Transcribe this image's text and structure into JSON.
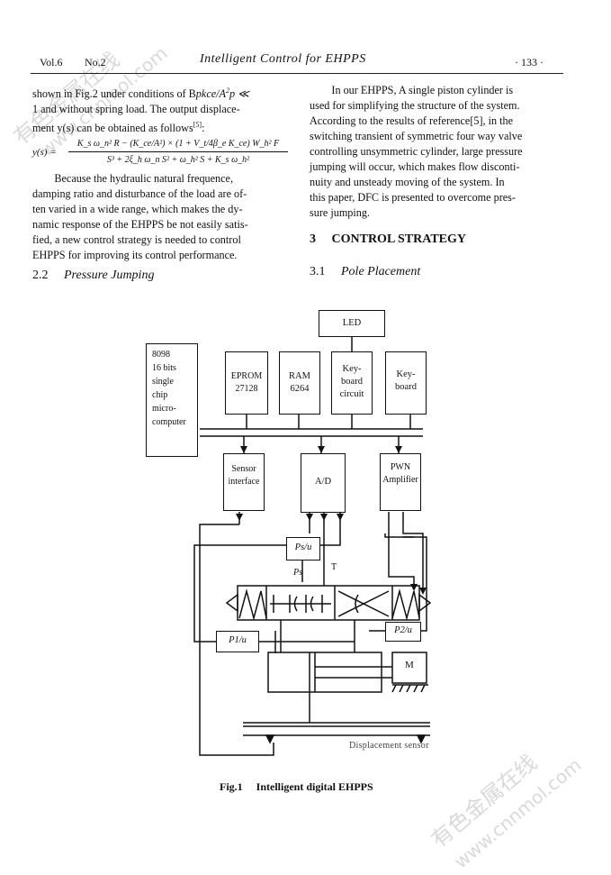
{
  "header": {
    "volume": "Vol.6",
    "issue": "No.2",
    "running_title": "Intelligent Control for EHPPS",
    "page_number": "· 133 ·"
  },
  "left_column": {
    "para1_line1": "shown in Fig.2 under conditions of B",
    "para1_line1_math": "pk",
    "para1_line1_math2": "ce/A",
    "para1_line1_math3": "2",
    "para1_line1_math4": "p ≪",
    "para1_line2": "1 and without spring load. The output displace-",
    "para1_line3": "ment y(s) can be obtained as follows",
    "para1_ref": "[5]",
    "para1_line3_end": ":",
    "formula_lhs": "y(s) =",
    "formula_num": "K_s ω_n² R − (K_ce/A²) × (1 + V_t/4β_e K_ce) W_h² F",
    "formula_den": "S³ + 2ξ_h ω_n S² + ω_h² S + K_s ω_h²",
    "para2": [
      "Because the hydraulic natural frequence,",
      "damping ratio and disturbance of the load are of-",
      "ten varied in a wide range, which makes the dy-",
      "namic response of the EHPPS be not easily satis-",
      "fied, a new control strategy is needed to control",
      "EHPPS for improving its control performance."
    ],
    "section_num": "2.2",
    "section_title": "Pressure Jumping"
  },
  "right_column": {
    "para": [
      "In our EHPPS, A single piston cylinder is",
      "used for simplifying the structure of the system.",
      "According to the results of reference[5], in the",
      "switching transient of symmetric four way valve",
      "controlling unsymmetric cylinder, large pressure",
      "jumping will occur, which makes flow disconti-",
      "nuity and unsteady moving of the system. In",
      "this paper, DFC is presented to overcome pres-",
      "sure jumping."
    ],
    "section3_num": "3",
    "section3_title": "CONTROL STRATEGY",
    "sub_num": "3.1",
    "sub_title": "Pole Placement"
  },
  "figure": {
    "led": "LED",
    "micro": [
      "8098",
      "16 bits",
      "single",
      "chip",
      "micro-",
      "computer"
    ],
    "eprom": [
      "EPROM",
      "27128"
    ],
    "ram": [
      "RAM",
      "6264"
    ],
    "kbc": [
      "Key-",
      "board",
      "circuit"
    ],
    "kb": [
      "Key-",
      "board"
    ],
    "sensor_if": [
      "Sensor",
      "interface"
    ],
    "ad": "A/D",
    "pwn": [
      "PWN",
      "Amplifier"
    ],
    "ps_u": "Ps/u",
    "ps": "Ps",
    "t": "T",
    "p1_u": "P1/u",
    "p2_u": "P2/u",
    "m": "M",
    "disp_sensor": "Displacement sensor",
    "caption_num": "Fig.1",
    "caption_title": "Intelligent digital EHPPS"
  },
  "watermark": {
    "text1": "有色金属在线",
    "text2": "www.cnnmol.com"
  }
}
